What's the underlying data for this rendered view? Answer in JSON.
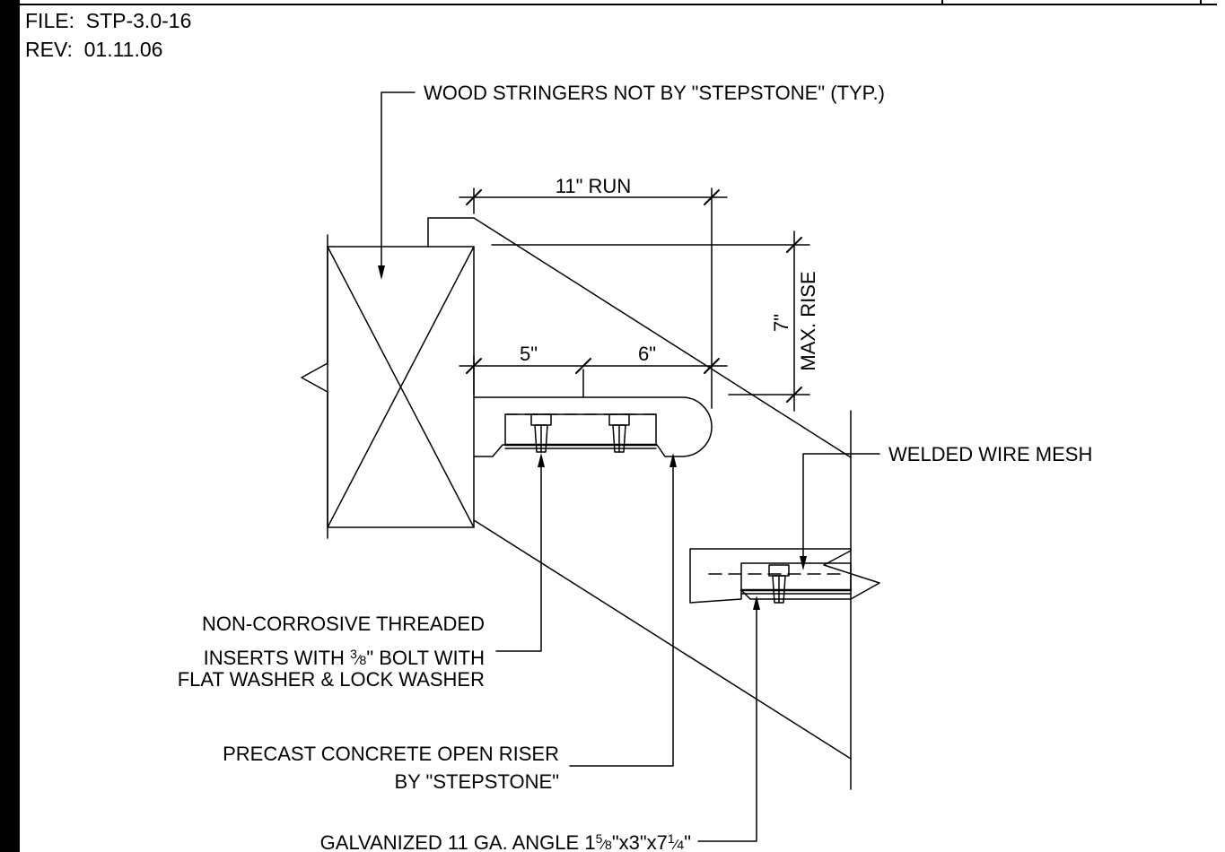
{
  "header": {
    "file_label": "FILE:",
    "file_value": "STP-3.0-16",
    "rev_label": "REV:",
    "rev_value": "01.11.06"
  },
  "dimensions": {
    "run": "11\" RUN",
    "left_seg": "5\"",
    "right_seg": "6\"",
    "rise_value": "7\"",
    "rise_label": "MAX. RISE"
  },
  "callouts": {
    "stringers": "WOOD STRINGERS NOT BY \"STEPSTONE\" (TYP.)",
    "mesh": "WELDED WIRE MESH",
    "inserts_line1": "NON-CORROSIVE THREADED",
    "inserts_line2_a": "INSERTS WITH ",
    "inserts_frac_num": "3",
    "inserts_frac_den": "8",
    "inserts_line2_b": "\" BOLT WITH",
    "inserts_line3": "FLAT WASHER & LOCK WASHER",
    "riser_line1": "PRECAST CONCRETE OPEN RISER",
    "riser_line2": "BY \"STEPSTONE\"",
    "angle_a": "GALVANIZED 11 GA. ANGLE 1",
    "angle_f1_num": "5",
    "angle_f1_den": "8",
    "angle_b": "\"x3\"x7",
    "angle_f2_num": "1",
    "angle_f2_den": "4",
    "angle_c": "\""
  }
}
